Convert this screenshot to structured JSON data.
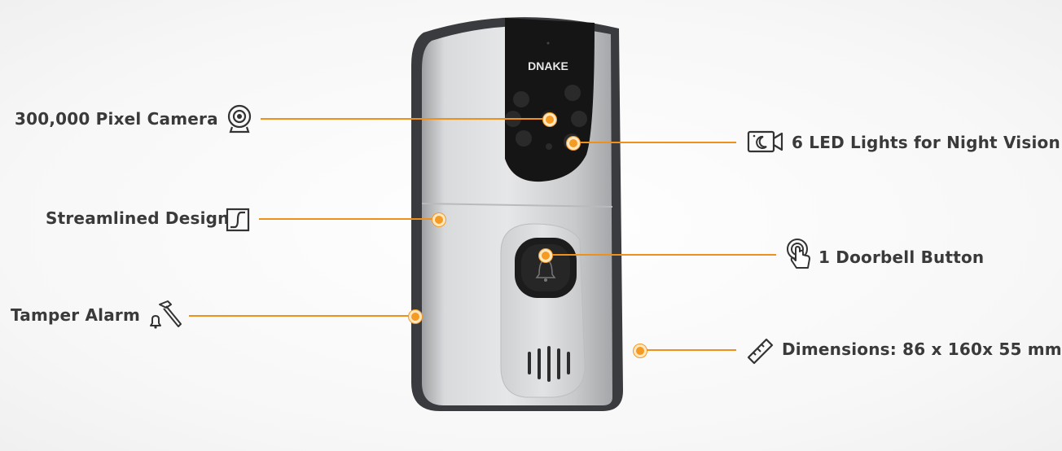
{
  "brand": "DNAKE",
  "features": {
    "camera": "300,000 Pixel Camera",
    "design": "Streamlined Design",
    "tamper": "Tamper Alarm",
    "night_vision": "6 LED Lights for Night Vision",
    "doorbell": "1 Doorbell Button",
    "dimensions": "Dimensions: 86 x 160x 55 mm"
  },
  "icons": {
    "camera": "webcam-icon",
    "design": "curve-icon",
    "tamper": "hammer-alarm-icon",
    "night_vision": "night-camera-icon",
    "doorbell": "touch-icon",
    "dimensions": "ruler-icon"
  },
  "colors": {
    "accent": "#f0901c",
    "device_body": "#c8c9cb",
    "device_frame": "#3a3b3e",
    "text": "#3a3a3a"
  }
}
